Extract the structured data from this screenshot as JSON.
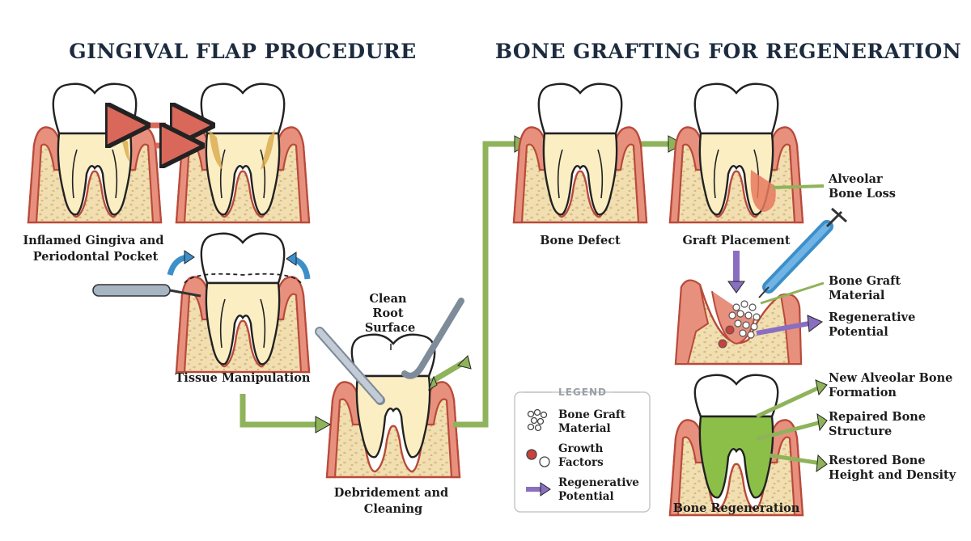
{
  "titles": {
    "left": "GINGIVAL FLAP PROCEDURE",
    "right": "BONE GRAFTING FOR REGENERATION"
  },
  "steps": {
    "inflamed": [
      "Inflamed Gingiva and",
      "Periodontal Pocket"
    ],
    "tissue": [
      "Tissue Manipulation"
    ],
    "debridement": [
      "Debridement and",
      "Cleaning"
    ],
    "clean_root": [
      "Clean",
      "Root",
      "Surface"
    ],
    "bone_defect": [
      "Bone Defect"
    ],
    "graft_placement": [
      "Graft Placement"
    ],
    "bone_regeneration": [
      "Bone Regeneration"
    ]
  },
  "annotations": {
    "alveolar_loss": [
      "Alveolar",
      "Bone Loss"
    ],
    "graft_material": [
      "Bone Graft",
      "Material"
    ],
    "regenerative": [
      "Regenerative",
      "Potential"
    ],
    "new_bone": [
      "New Alveolar Bone",
      "Formation"
    ],
    "repaired": [
      "Repaired Bone",
      "Structure"
    ],
    "restored": [
      "Restored Bone",
      "Height and Density"
    ]
  },
  "legend": {
    "title": "LEGEND",
    "items": [
      {
        "label": [
          "Bone Graft",
          "Material"
        ],
        "icon": "graft-particles-icon"
      },
      {
        "label": [
          "Growth",
          "Factors"
        ],
        "icon": "growth-factors-icon"
      },
      {
        "label": [
          "Regenerative",
          "Potential"
        ],
        "icon": "purple-arrow-icon"
      }
    ]
  },
  "colors": {
    "title": "#1d2b3f",
    "gum": "#e8907e",
    "gum_outline": "#b94a3a",
    "bone": "#f1dfb1",
    "tooth": "#ffffff",
    "root": "#fbeec3",
    "tartar": "#d9a94a",
    "red_arrow": "#d9685b",
    "green_arrow": "#8fb35a",
    "blue_arrow": "#3d8fc9",
    "purple_arrow": "#8a6fc0",
    "regen_green": "#8cbf48"
  }
}
